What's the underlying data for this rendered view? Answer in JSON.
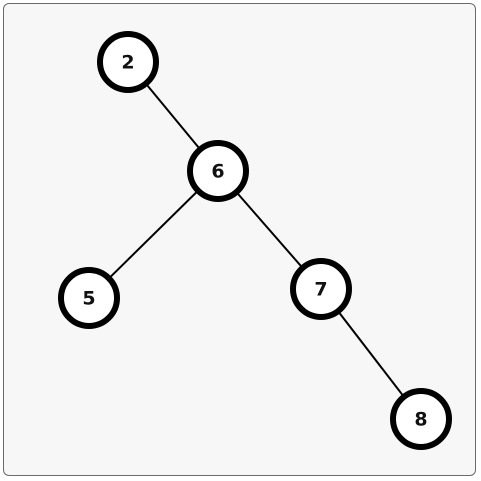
{
  "diagram": {
    "type": "binary-tree",
    "colors": {
      "node_stroke": "#000000",
      "node_fill": "#ffffff",
      "edge": "#000000",
      "background": "#f7f7f7"
    },
    "nodes": [
      {
        "id": "n2",
        "label": "2"
      },
      {
        "id": "n6",
        "label": "6"
      },
      {
        "id": "n5",
        "label": "5"
      },
      {
        "id": "n7",
        "label": "7"
      },
      {
        "id": "n8",
        "label": "8"
      }
    ],
    "edges": [
      {
        "from": "n2",
        "to": "n6"
      },
      {
        "from": "n6",
        "to": "n5"
      },
      {
        "from": "n6",
        "to": "n7"
      },
      {
        "from": "n7",
        "to": "n8"
      }
    ]
  }
}
